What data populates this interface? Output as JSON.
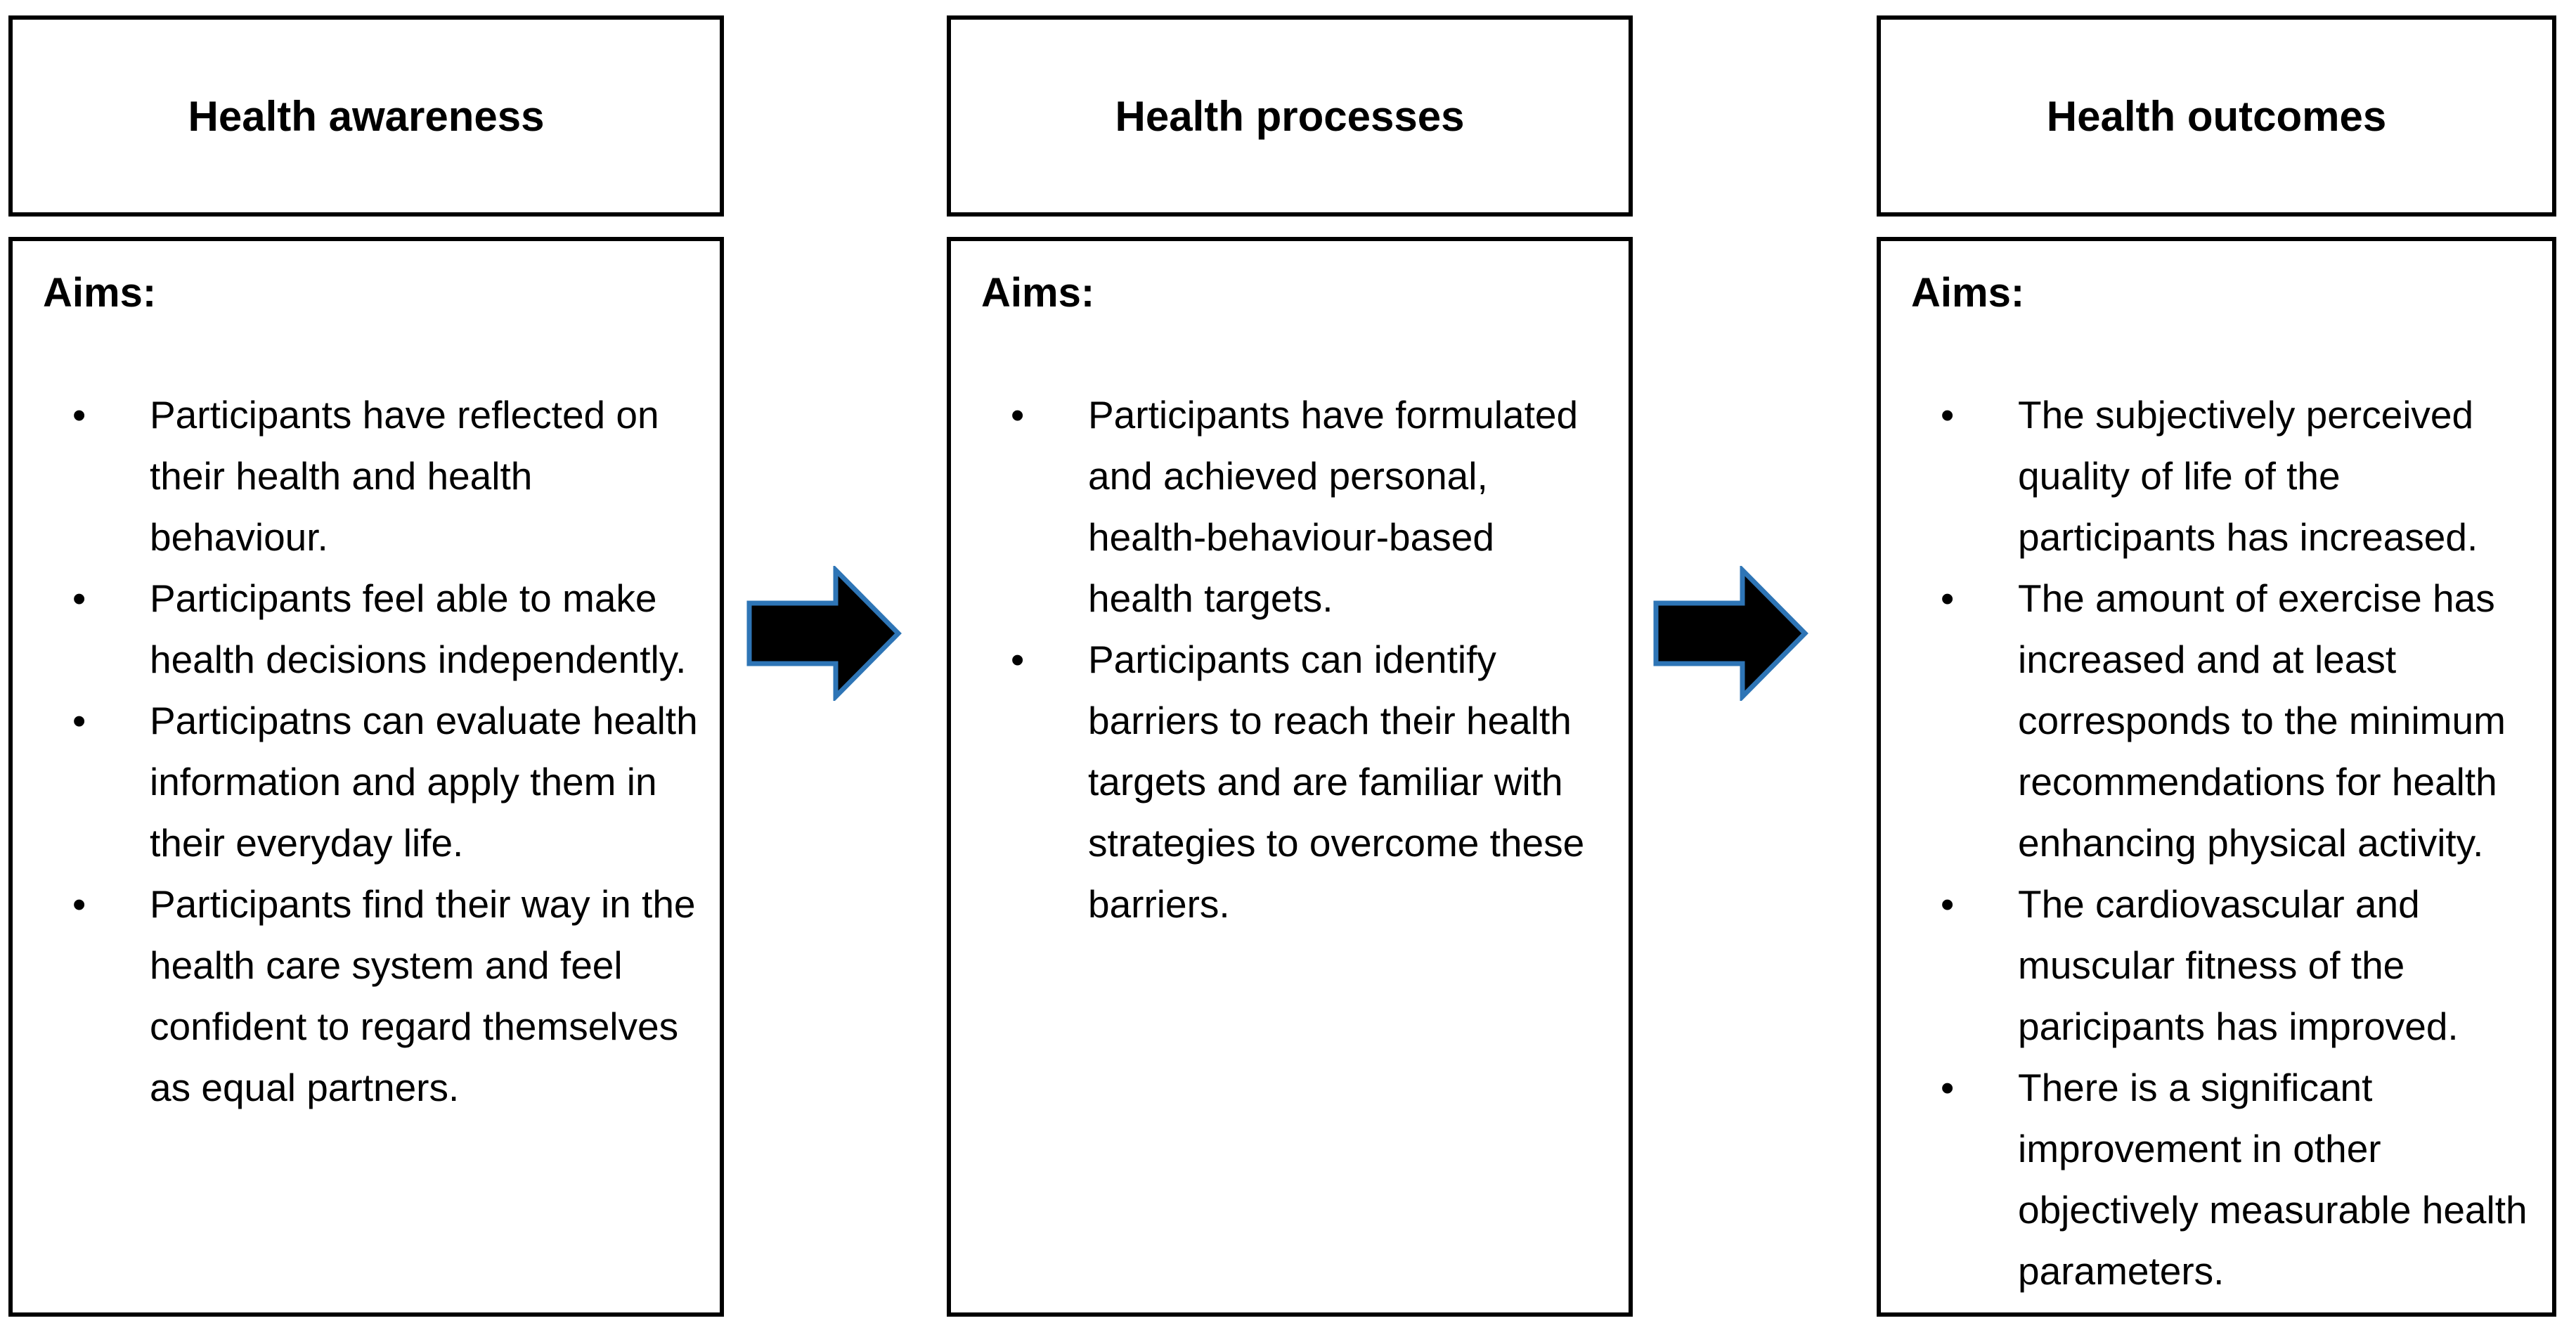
{
  "diagram": {
    "columns": [
      {
        "header": "Health awareness",
        "aims_label": "Aims:",
        "bullets": [
          "Participants have reflected on their health and health behaviour.",
          "Participants feel able to make health decisions independently.",
          "Participatns can evaluate health information and apply them in their everyday life.",
          "Participants find their way in the health care system and feel confident to regard themselves as equal partners."
        ]
      },
      {
        "header": "Health processes",
        "aims_label": "Aims:",
        "bullets": [
          "Participants have formulated and achieved personal, health-behaviour-based health targets.",
          "Participants can identify barriers to reach their health targets and are familiar with strategies to overcome these barriers."
        ]
      },
      {
        "header": "Health outcomes",
        "aims_label": "Aims:",
        "bullets": [
          "The subjectively perceived quality of life of the participants has increased.",
          "The amount of exercise has increased and at least corresponds to the minimum recommendations for health enhancing physical activity.",
          "The cardiovascular and muscular fitness of the paricipants has improved.",
          "There is a significant improvement in other objectively measurable health parameters."
        ]
      }
    ],
    "colors": {
      "border": "#000000",
      "text": "#000000",
      "arrow_fill": "#000000",
      "arrow_stroke": "#2E75B6",
      "background": "#ffffff"
    }
  }
}
